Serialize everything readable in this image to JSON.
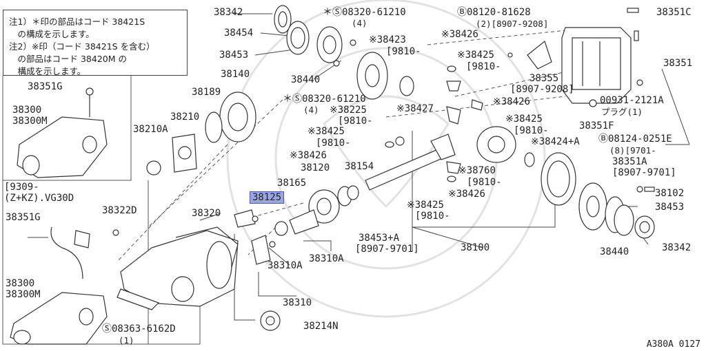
{
  "notes": [
    "注1）＊印の部品はコード 38421S",
    "　の構成を示します。",
    "注2）※印（コード 38421S を含む）",
    "　の部品はコード 38420M の",
    "　構成を示します。"
  ],
  "labels": {
    "p38342a": "38342",
    "p38454": "38454",
    "p38453a": "38453",
    "p38440a": "38440",
    "p08320a": "＊Ⓢ08320-61210",
    "p08320a_q": "(4)",
    "p38423": "※38423",
    "p38423_s": "[9810-",
    "p08120": "Ⓑ08120-81628",
    "p08120_s": "(2)[8907-9208]",
    "p38351c": "38351C",
    "p38426a": "※38426",
    "p38425a": "※38425",
    "p38425a_s": "[9810-",
    "p38355": "38355",
    "p38355_s": "[8907-9208]",
    "p38351": "38351",
    "p00931": "00931-2121A",
    "p00931_s": "プラグ(1)",
    "p38351f": "38351F",
    "p38140": "38140",
    "p38189": "38189",
    "p38210": "38210",
    "p38210a": "38210A",
    "p08320b": "＊Ⓢ08320-61210",
    "p08320b_q": "(4)",
    "p38225": "※38225",
    "p38225_s": "[9810-",
    "p38427": "※38427",
    "p38426b": "※38426",
    "p38425b": "※38425",
    "p38425b_s": "[9810-",
    "p38425c": "※38425",
    "p38425c_s": "[9810-",
    "p38426c": "※38426",
    "p38424": "※38424+A",
    "p08124": "Ⓑ08124-0251E",
    "p08124_s": "(8)[9701-",
    "p38351a": "38351A",
    "p38351a_s": "[8907-9701]",
    "p38760": "※38760",
    "p38760_s": "[9810-",
    "p38426d": "※38426",
    "p38425d": "※38425",
    "p38425d_s": "[9810-",
    "p38120": "38120",
    "p38154": "38154",
    "p38165": "38165",
    "p38125": "38125",
    "p38453p": "38453+A",
    "p38453p_s": "[8907-9701]",
    "p38100": "38100",
    "p38102": "38102",
    "p38453b": "38453",
    "p38342b": "38342",
    "p38440b": "38440",
    "p38351g": "38351G",
    "p38300a": "38300",
    "p38300ma": "38300M",
    "p9309": "[9309-",
    "pzkz": "(Z+KZ).VG30D",
    "p38351g2": "38351G",
    "p38322d": "38322D",
    "p38320": "38320",
    "p38310a1": "38310A",
    "p38310a2": "38310A",
    "p38310": "38310",
    "p38214n": "38214N",
    "p38300b": "38300",
    "p38300mb": "38300M",
    "p08363": "Ⓢ08363-6162D",
    "p08363_q": "(1)",
    "ref": "A380A 0127"
  }
}
